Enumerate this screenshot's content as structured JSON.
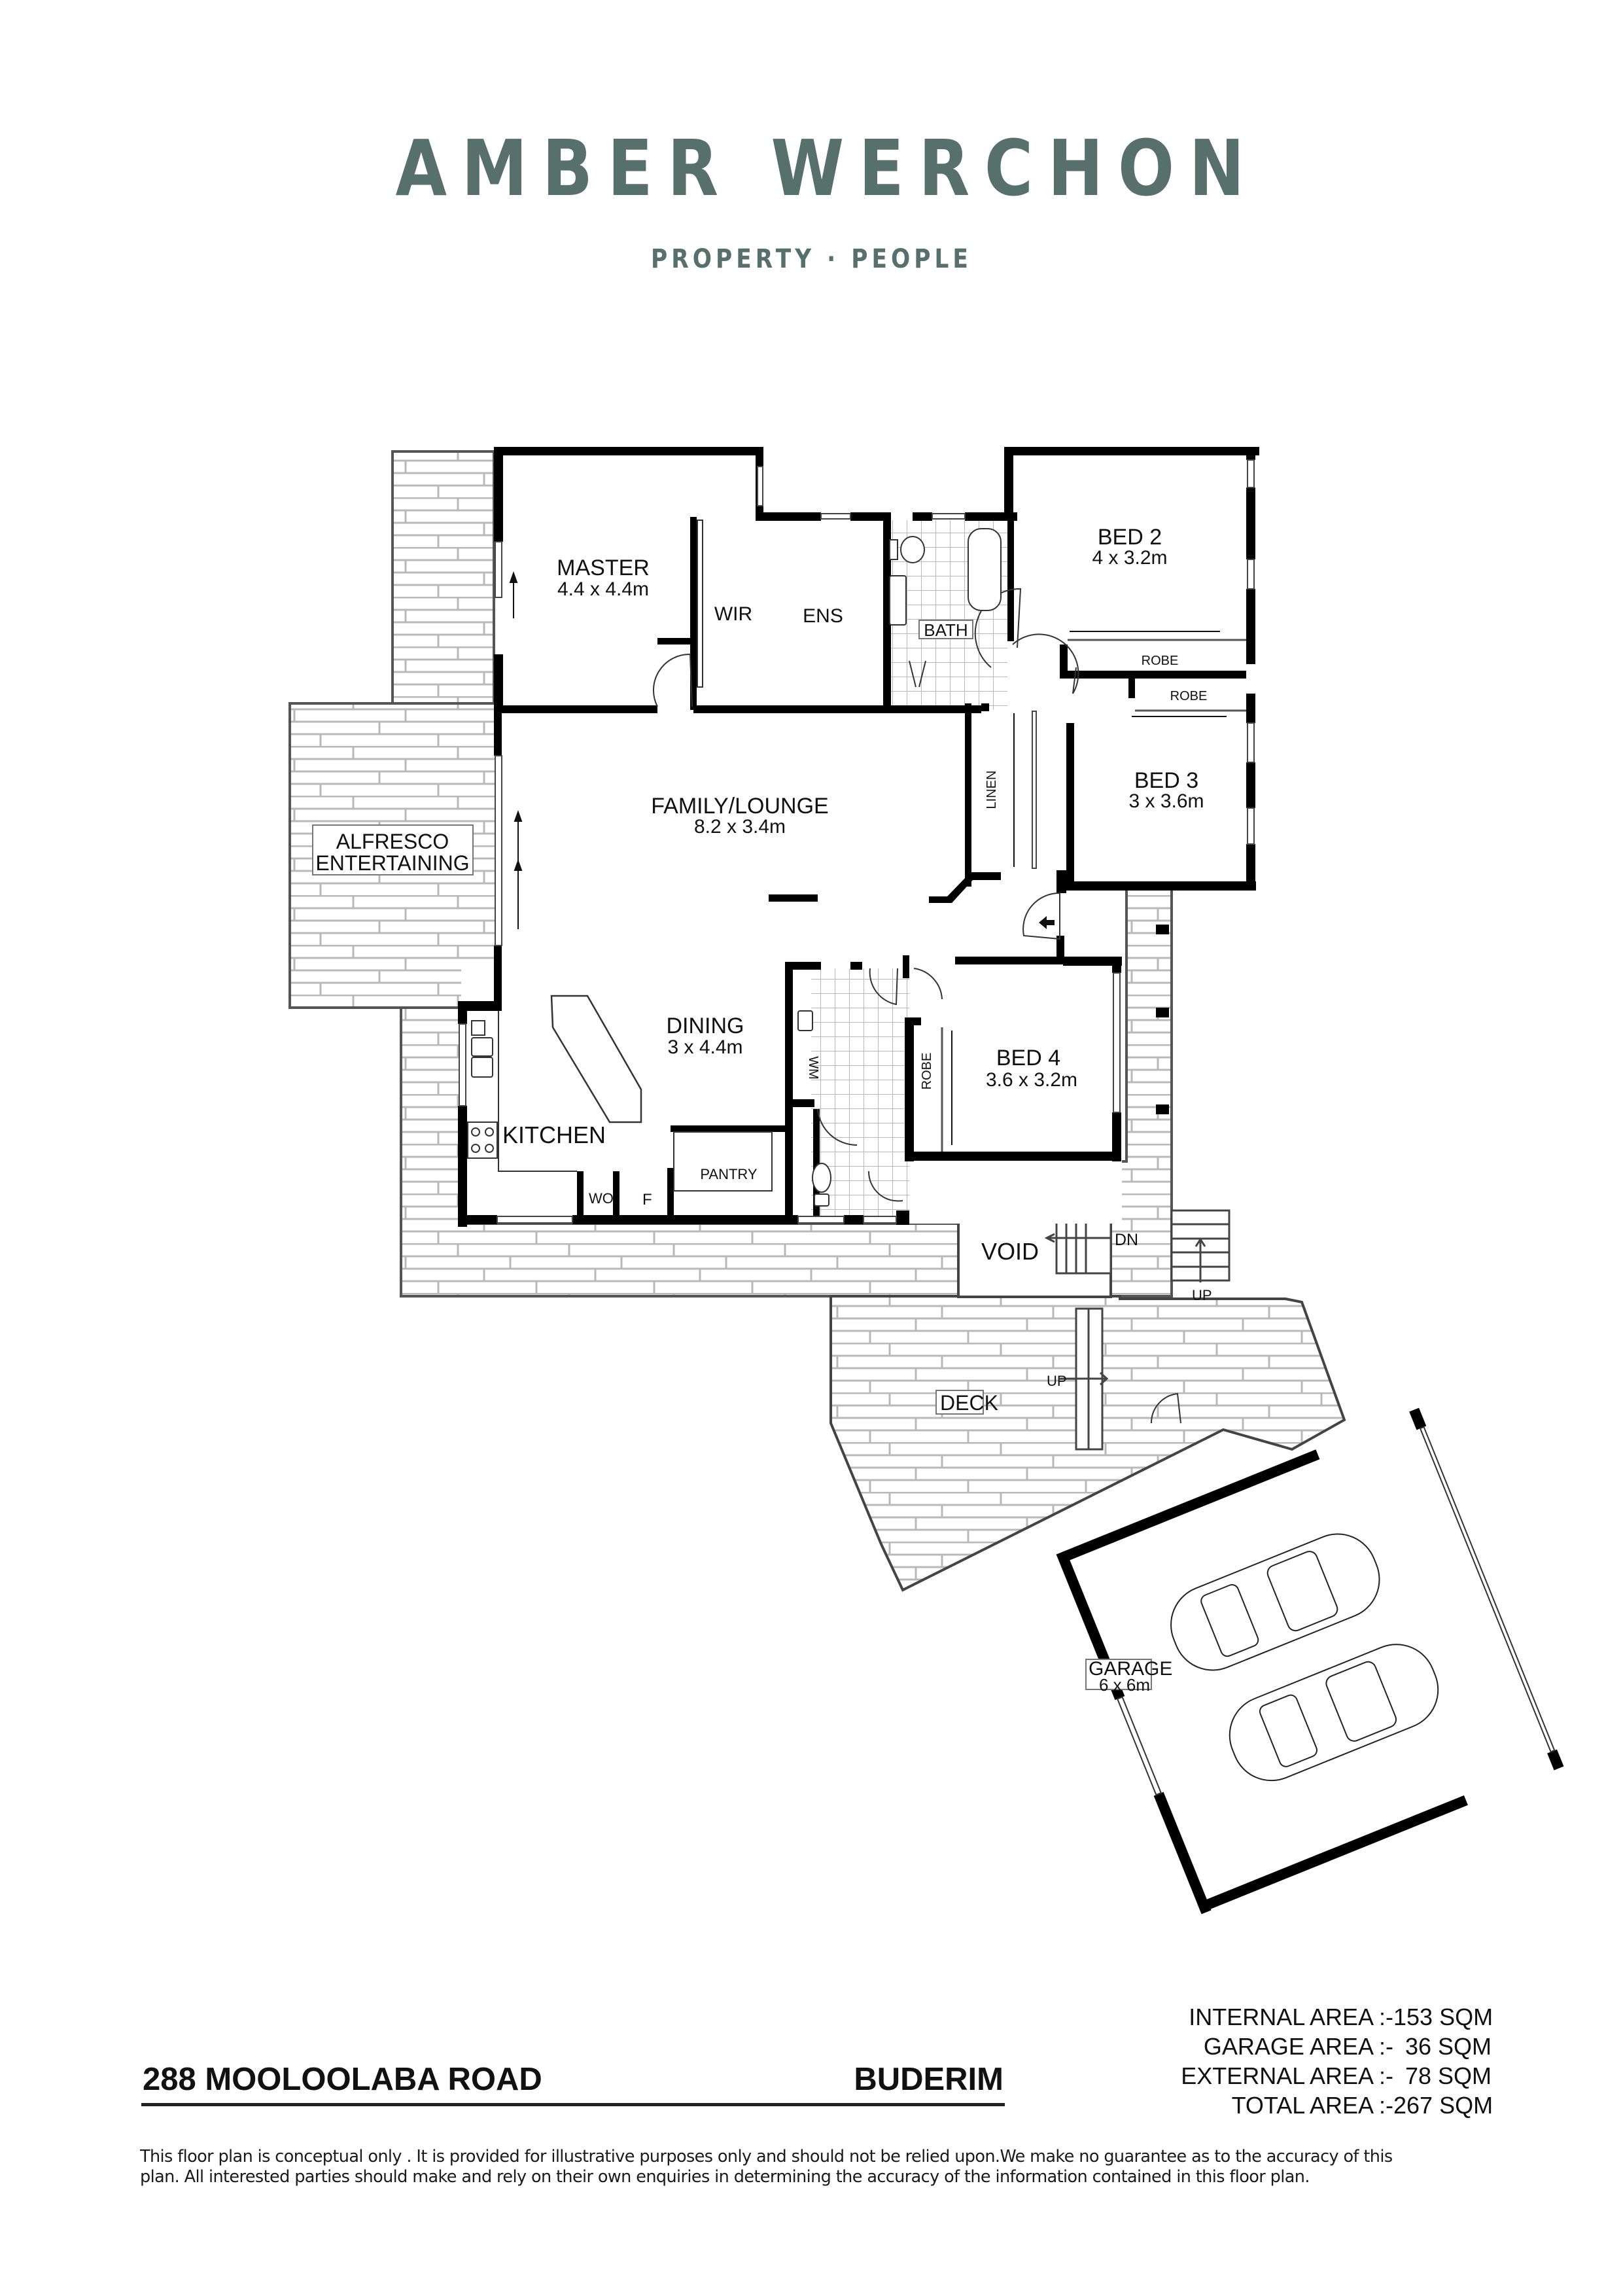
{
  "header": {
    "brand_name": "AMBER WERCHON",
    "tagline": "PROPERTY · PEOPLE",
    "brand_color": "#58706b"
  },
  "floor_plan": {
    "rooms": {
      "master": {
        "name": "MASTER",
        "size": "4.4 x 4.4m"
      },
      "wir": {
        "name": "WIR"
      },
      "ens": {
        "name": "ENS"
      },
      "bath": {
        "name": "BATH"
      },
      "bed2": {
        "name": "BED 2",
        "size": "4 x 3.2m"
      },
      "bed2_robe": {
        "name": "ROBE"
      },
      "bed3_robe": {
        "name": "ROBE"
      },
      "bed3": {
        "name": "BED 3",
        "size": "3 x 3.6m"
      },
      "linen": {
        "name": "LINEN"
      },
      "family": {
        "name": "FAMILY/LOUNGE",
        "size": "8.2 x 3.4m"
      },
      "alfresco": {
        "name_line1": "ALFRESCO",
        "name_line2": "ENTERTAINING"
      },
      "dining": {
        "name": "DINING",
        "size": "3 x 4.4m"
      },
      "kitchen": {
        "name": "KITCHEN"
      },
      "wo": {
        "name": "WO"
      },
      "fridge": {
        "name": "F"
      },
      "pantry": {
        "name": "PANTRY"
      },
      "wm": {
        "name": "WM"
      },
      "bed4": {
        "name": "BED 4",
        "size": "3.6 x 3.2m"
      },
      "bed4_robe": {
        "name": "ROBE"
      },
      "void": {
        "name": "VOID"
      },
      "deck": {
        "name": "DECK"
      },
      "garage": {
        "name": "GARAGE",
        "size": "6 x 6m"
      }
    },
    "stair_labels": {
      "void_stairs": "DN",
      "right_stairs": "UP",
      "deck_stairs": "UP"
    },
    "colors": {
      "wall": "#000000",
      "deck_line": "#8a8a8a",
      "tile_line": "#b5b5b5"
    }
  },
  "areas": [
    {
      "label": "INTERNAL AREA :-",
      "value": "153 SQM"
    },
    {
      "label": "GARAGE AREA :-",
      "value": "36 SQM"
    },
    {
      "label": "EXTERNAL AREA :-",
      "value": "78 SQM"
    },
    {
      "label": "TOTAL AREA :-",
      "value": "267 SQM"
    }
  ],
  "address": {
    "street": "288 MOOLOOLABA ROAD",
    "suburb": "BUDERIM"
  },
  "disclaimer": {
    "line1": "This floor plan  is conceptual only . It is provided for illustrative purposes only and should not be relied upon.We make no guarantee as to the accuracy of this",
    "line2": "plan. All interested parties should make and rely on their own enquiries in determining the accuracy of the information contained in this floor plan."
  }
}
